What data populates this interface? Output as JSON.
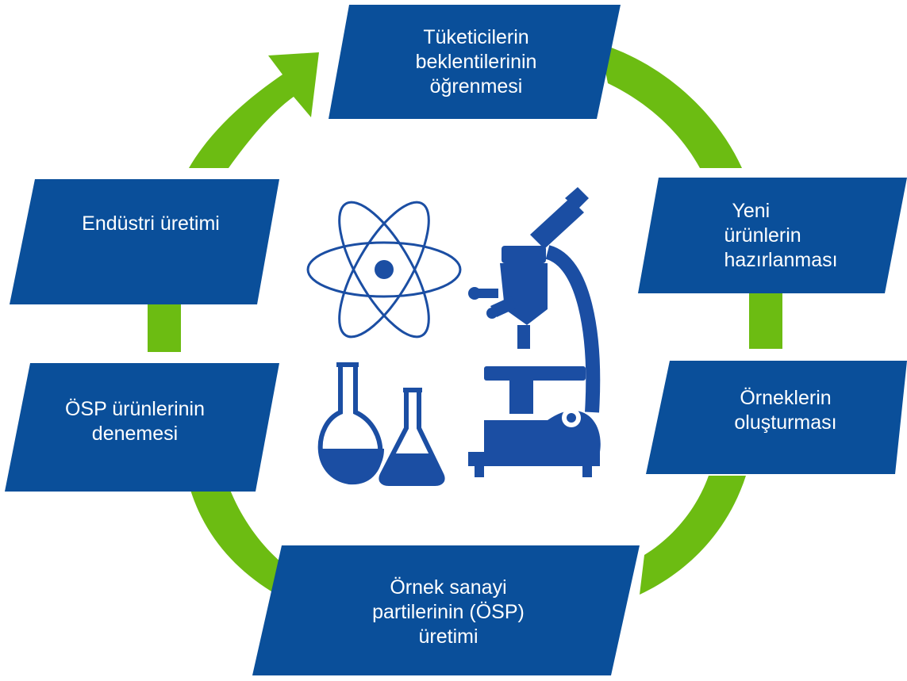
{
  "diagram": {
    "colors": {
      "step_box": "#0a4f9a",
      "arrow": "#6cbc12",
      "icon": "#1b4ea3",
      "text": "#ffffff"
    },
    "steps": [
      {
        "id": "learn-expectations",
        "lines": [
          "Tüketicilerin",
          "beklentilerinin",
          "öğrenmesi"
        ]
      },
      {
        "id": "prepare-products",
        "lines": [
          "Yeni",
          "ürünlerin",
          "hazırlanması"
        ]
      },
      {
        "id": "create-samples",
        "lines": [
          "Örneklerin",
          "oluşturması"
        ]
      },
      {
        "id": "pilot-batch-production",
        "lines": [
          "Örnek sanayi",
          "partilerinin (ÖSP)",
          "üretimi"
        ]
      },
      {
        "id": "pilot-batch-testing",
        "lines": [
          "ÖSP ürünlerinin",
          "denemesi"
        ]
      },
      {
        "id": "industrial-production",
        "lines": [
          "Endüstri üretimi"
        ]
      }
    ],
    "center_icons": [
      "atom-icon",
      "round-flask-icon",
      "conical-flask-icon",
      "microscope-icon"
    ]
  }
}
